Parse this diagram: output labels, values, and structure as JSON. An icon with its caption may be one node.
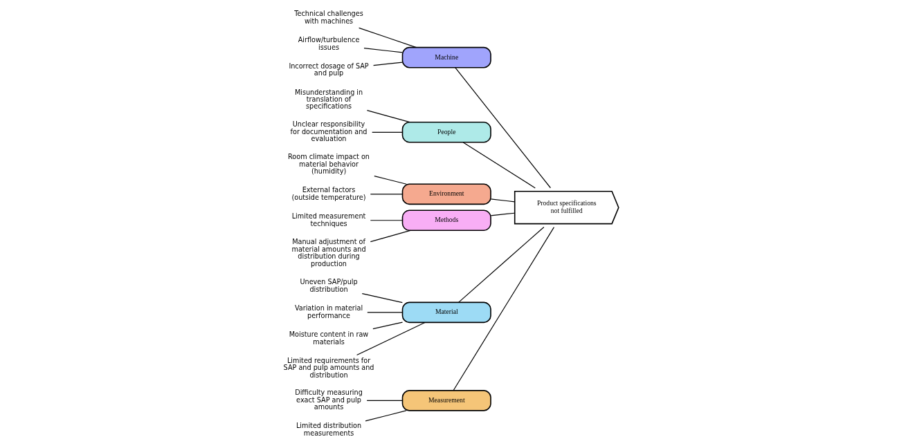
{
  "diagram": {
    "nodes": [
      {
        "text": [
          "Measurement"
        ]
      },
      {
        "text": [
          "Machine"
        ]
      },
      {
        "text": [
          "People"
        ]
      },
      {
        "text": [
          "Technical challenges with machines"
        ]
      },
      {
        "text": [
          "Misunderstanding in translation of specifications"
        ]
      },
      {
        "text": [
          "Difficulty measuring exact SAP and pulp amounts"
        ]
      },
      {
        "text": [
          "Airflow/turbulence issues"
        ]
      },
      {
        "text": [
          "Unclear responsibility for documentation and evaluation"
        ]
      },
      {
        "text": [
          "Limited distribution measurements"
        ]
      },
      {
        "text": [
          "Incorrect dosage of SAP and pulp"
        ]
      },
      {
        "text": [
          "Product specifications not fulfilled"
        ]
      },
      {
        "text": [
          "Uneven SAP/pulp distribution"
        ]
      },
      {
        "text": [
          "Limited measurement techniques"
        ]
      },
      {
        "text": [
          "Room climate impact on material behavior (humidity)"
        ]
      },
      {
        "text": [
          "Variation in material performance"
        ]
      },
      {
        "text": [
          "Moisture content in raw materials"
        ]
      },
      {
        "text": [
          "Manual adjustment of material amounts and distribution during production"
        ]
      },
      {
        "text": [
          "External factors (outside temperature)"
        ]
      },
      {
        "text": [
          "Limited requirements for SAP and pulp amounts and distribution"
        ]
      },
      {
        "text": [
          "Environment"
        ]
      },
      {
        "text": [
          "Methods"
        ]
      },
      {
        "text": [
          "Material"
        ]
      }
    ],
    "edges": [
      {
        "from": 0,
        "to": 10,
        "arrow": "none"
      },
      {
        "from": 1,
        "to": 10,
        "arrow": "none"
      },
      {
        "from": 2,
        "to": 10,
        "arrow": "none"
      },
      {
        "from": 21,
        "to": 10,
        "arrow": "none"
      },
      {
        "from": 20,
        "to": 10,
        "arrow": "none"
      },
      {
        "from": 19,
        "to": 10,
        "arrow": "none"
      },
      {
        "from": 5,
        "to": 0,
        "arrow": "none"
      },
      {
        "from": 8,
        "to": 0,
        "arrow": "none"
      },
      {
        "from": 3,
        "to": 1,
        "arrow": "none"
      },
      {
        "from": 6,
        "to": 1,
        "arrow": "none"
      },
      {
        "from": 9,
        "to": 1,
        "arrow": "none"
      },
      {
        "from": 4,
        "to": 2,
        "arrow": "none"
      },
      {
        "from": 7,
        "to": 2,
        "arrow": "none"
      },
      {
        "from": 11,
        "to": 21,
        "arrow": "none"
      },
      {
        "from": 14,
        "to": 21,
        "arrow": "none"
      },
      {
        "from": 15,
        "to": 21,
        "arrow": "none"
      },
      {
        "from": 18,
        "to": 21,
        "arrow": "none"
      },
      {
        "from": 12,
        "to": 20,
        "arrow": "none"
      },
      {
        "from": 16,
        "to": 20,
        "arrow": "none"
      },
      {
        "from": 13,
        "to": 19,
        "arrow": "none"
      },
      {
        "from": 17,
        "to": 19,
        "arrow": "none"
      }
    ]
  }
}
